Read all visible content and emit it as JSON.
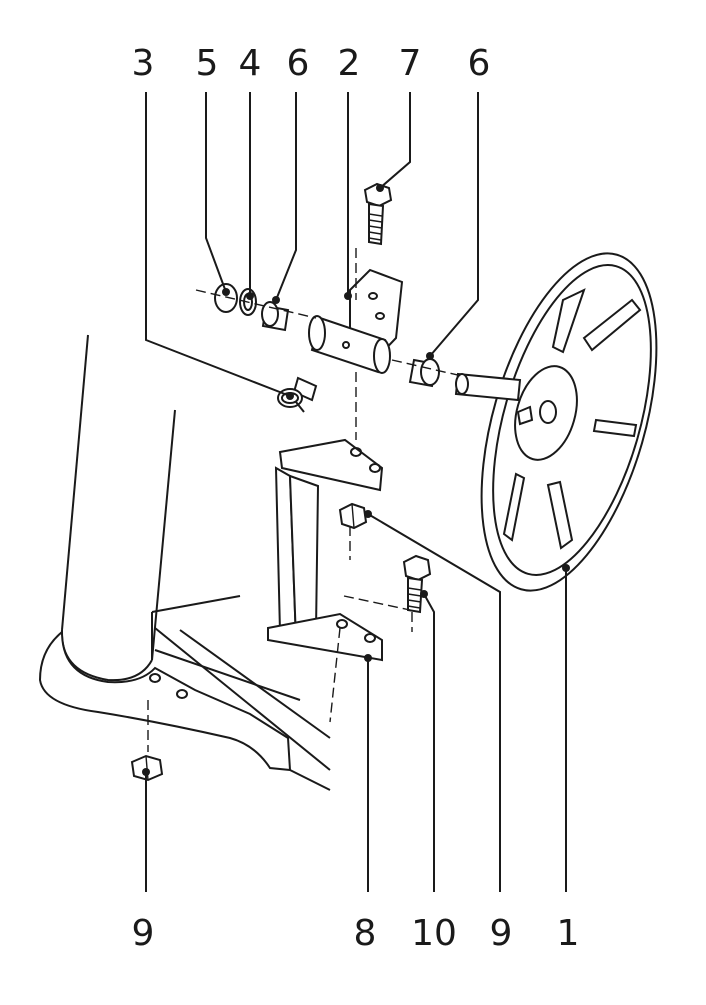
{
  "figure": {
    "top_callouts": [
      {
        "id": "callout-3",
        "text": "3"
      },
      {
        "id": "callout-5",
        "text": "5"
      },
      {
        "id": "callout-4",
        "text": "4"
      },
      {
        "id": "callout-6a",
        "text": "6"
      },
      {
        "id": "callout-2",
        "text": "2"
      },
      {
        "id": "callout-7",
        "text": "7"
      },
      {
        "id": "callout-6b",
        "text": "6"
      }
    ],
    "bottom_callouts": [
      {
        "id": "callout-9a",
        "text": "9"
      },
      {
        "id": "callout-8",
        "text": "8"
      },
      {
        "id": "callout-10",
        "text": "10"
      },
      {
        "id": "callout-9b",
        "text": "9"
      },
      {
        "id": "callout-1",
        "text": "1"
      }
    ],
    "line_color": "#1a1a1a",
    "background": "#ffffff"
  }
}
